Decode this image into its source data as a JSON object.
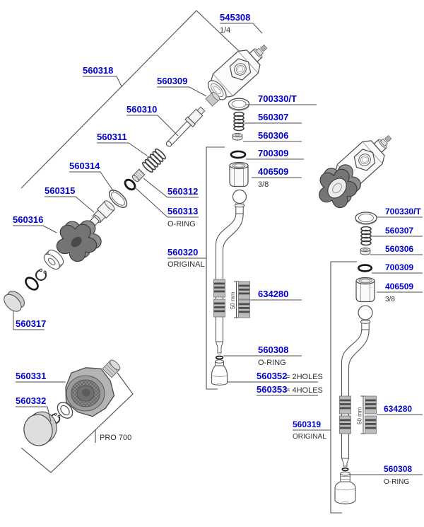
{
  "colors": {
    "part_link": "#0202cf",
    "secondary_text": "#2d2d2d",
    "line": "#4d4d4d"
  },
  "labels": {
    "n545308": "545308",
    "s545308": "1/4",
    "n560318": "560318",
    "n560309": "560309",
    "n560310": "560310",
    "n560311": "560311",
    "n560312": "560312",
    "n560313": "560313",
    "s560313": "O-RING",
    "n560314": "560314",
    "n560315": "560315",
    "n560316": "560316",
    "n560317": "560317",
    "n560320": "560320",
    "s560320": "ORIGINAL",
    "n700330T": "700330/T",
    "n560307": "560307",
    "n560306": "560306",
    "n700309": "700309",
    "n406509": "406509",
    "s406509": "3/8",
    "n634280": "634280",
    "s634280": "50 mm",
    "n560308": "560308",
    "s560308": "O-RING",
    "n560352": "560352",
    "s560352": "= 2HOLES",
    "n560353": "560353",
    "s560353": "= 4HOLES",
    "n560319": "560319",
    "s560319": "ORIGINAL",
    "n560331": "560331",
    "n560332": "560332",
    "pro700": "PRO 700"
  }
}
